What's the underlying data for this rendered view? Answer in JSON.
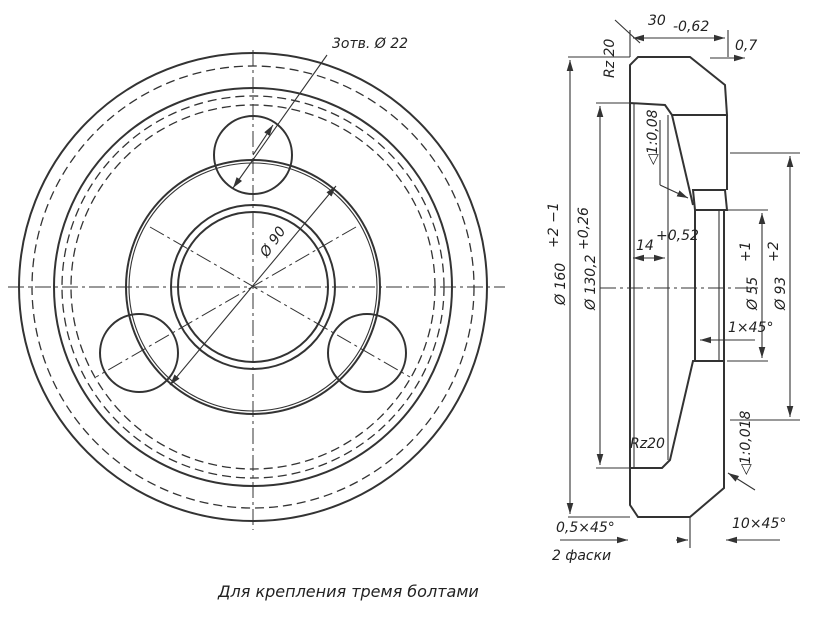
{
  "front_view": {
    "holes_label": "3отв. Ø 22",
    "diameter_label": "Ø 90"
  },
  "section_view": {
    "width_label": "30",
    "width_tol": "-0,62",
    "offset_label": "0,7",
    "rz_top": "Rz 20",
    "rz_bottom": "Rz20",
    "taper_top": "◁1:0,08",
    "taper_bottom": "◁1:0,018",
    "d160": "Ø 160",
    "d160_tol": "+2 −1",
    "d130": "Ø 130,2",
    "d130_tol": "+0,26",
    "depth": "14",
    "depth_tol": "+0,52",
    "d55": "Ø 55",
    "d55_tol": "+1",
    "d93": "Ø 93",
    "d93_tol": "+2",
    "chamfer_small": "1×45°",
    "chamfer_left": "0,5×45°",
    "chamfer_count": "2 фаски",
    "chamfer_right": "10×45°"
  },
  "caption": "Для крепления тремя болтами"
}
